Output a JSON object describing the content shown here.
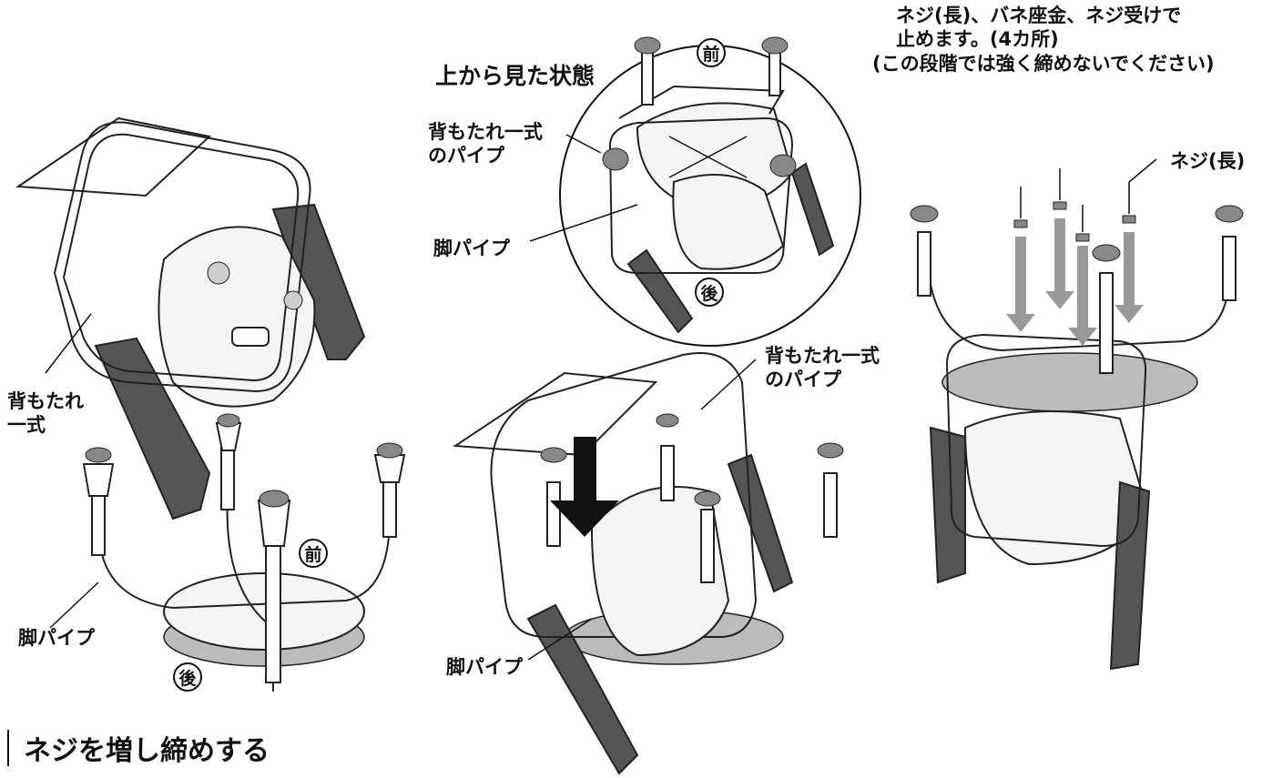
{
  "labels": {
    "backrest_set": [
      "背もたれ",
      "一式"
    ],
    "leg_pipe_left": "脚パイプ",
    "front_left": "前",
    "rear_left": "後",
    "view_from_top": "上から見た状態",
    "backrest_pipe_top": [
      "背もたれ一式",
      "のパイプ"
    ],
    "leg_pipe_top": "脚パイプ",
    "front_top": "前",
    "rear_top": "後",
    "backrest_pipe_mid": [
      "背もたれ一式",
      "のパイプ"
    ],
    "leg_pipe_mid": "脚パイプ",
    "instruction": [
      "ネジ(長)、バネ座金、ネジ受けで",
      "止めます。(4カ所)",
      "(この段階では強く締めないでください)"
    ],
    "screw_long": "ネジ(長)"
  },
  "section_header": "ネジを増し締めする",
  "colors": {
    "arrow_black": "#111111",
    "arrow_gray": "#999999",
    "leg_dark": "#555555"
  }
}
